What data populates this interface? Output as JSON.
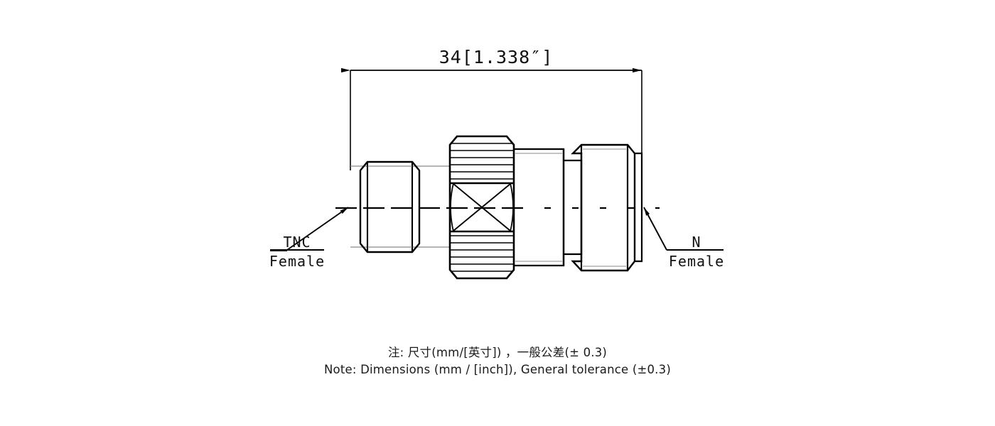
{
  "drawing": {
    "type": "rf-adapter-outline-drawing",
    "dimension": {
      "label": "34[1.338″]",
      "value_mm": 34,
      "value_inch": 1.338,
      "units": "mm [inch]"
    },
    "left_connector": {
      "series": "TNC",
      "gender": "Female"
    },
    "right_connector": {
      "series": "N",
      "gender": "Female"
    },
    "colors": {
      "line": "#000000",
      "thin_line": "#7a7a7a",
      "text": "#1a1a1a",
      "background": "#ffffff"
    }
  },
  "notes": {
    "line_cn": "注: 尺寸(mm/[英寸]) ，一般公差(± 0.3)",
    "line_en": "Note: Dimensions (mm / [inch]), General tolerance (±0.3)"
  }
}
